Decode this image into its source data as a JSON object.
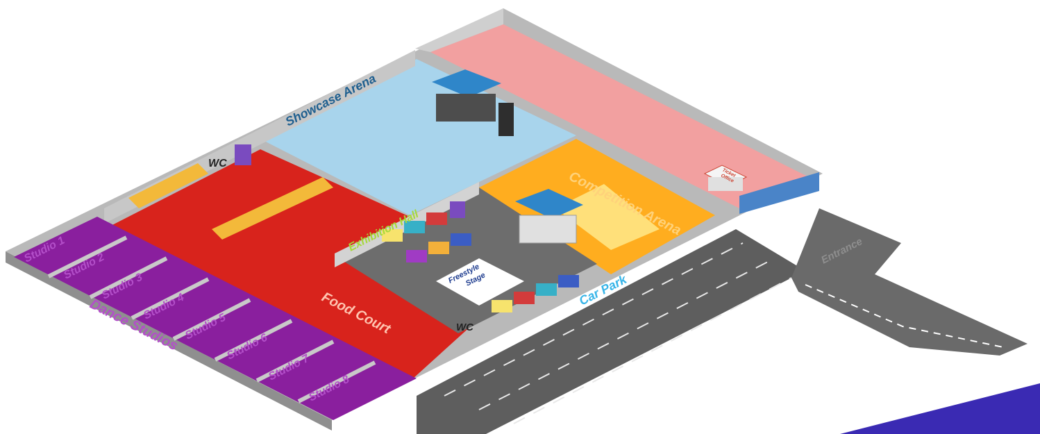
{
  "venue_map": {
    "labels": {
      "showcase_arena": "Showcase Arena",
      "competition_arena": "Competition Arena",
      "exhibition_hall": "Exhibition Hall",
      "food_court": "Food Court",
      "car_park": "Car Park",
      "entrance": "Entrance",
      "dance_studios": "Dance Studios",
      "wc_top": "WC",
      "wc_bottom": "WC",
      "freestyle_stage_line1": "Freestyle",
      "freestyle_stage_line2": "Stage",
      "ticket_booth_line1": "Ticket",
      "ticket_booth_line2": "Office"
    },
    "studios": [
      "Studio 1",
      "Studio 2",
      "Studio 3",
      "Studio 4",
      "Studio 5",
      "Studio 6",
      "Studio 7",
      "Studio 8"
    ],
    "colors": {
      "wall": "#bdbdbd",
      "wall_dark": "#9a9a9a",
      "floor_grey": "#8a8a8a",
      "showcase_floor": "#a8d4ec",
      "pink_zone": "#f2a0a0",
      "food_court": "#d8231c",
      "studios": "#8a1f9e",
      "studio_label": "#b34fc9",
      "competition": "#ffad1f",
      "competition_stage_floor": "#ffe07a",
      "exhibition_floor": "#6d6d6d",
      "car_park": "#5e5e5e",
      "road": "#6a6a6a",
      "label_blue": "#1f5f8f",
      "label_green": "#a6d93b",
      "label_orange": "#ffd27a",
      "label_cyan": "#39b5e8",
      "stage_roof": "#2f86c9",
      "glass": "#4a84c8"
    }
  }
}
